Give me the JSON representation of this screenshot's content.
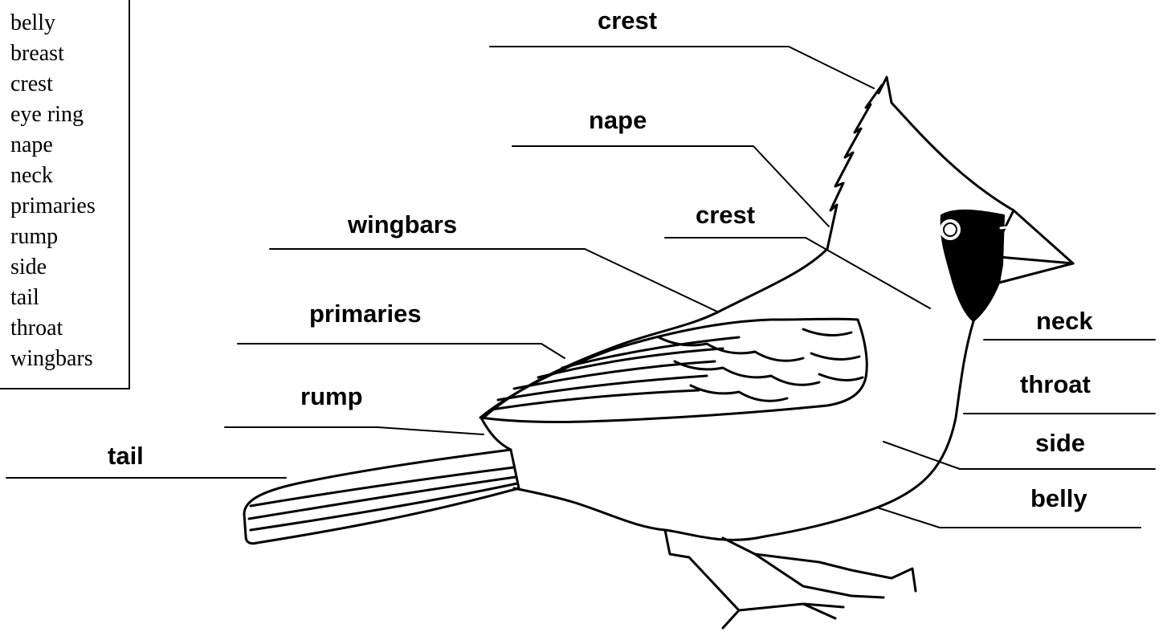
{
  "word_bank": [
    "belly",
    "breast",
    "crest",
    "eye ring",
    "nape",
    "neck",
    "primaries",
    "rump",
    "side",
    "tail",
    "throat",
    "wingbars"
  ],
  "labels": {
    "crest_top": "crest",
    "nape": "nape",
    "crest_mid": "crest",
    "wingbars": "wingbars",
    "primaries": "primaries",
    "rump": "rump",
    "tail": "tail",
    "neck": "neck",
    "throat": "throat",
    "side": "side",
    "belly": "belly"
  }
}
